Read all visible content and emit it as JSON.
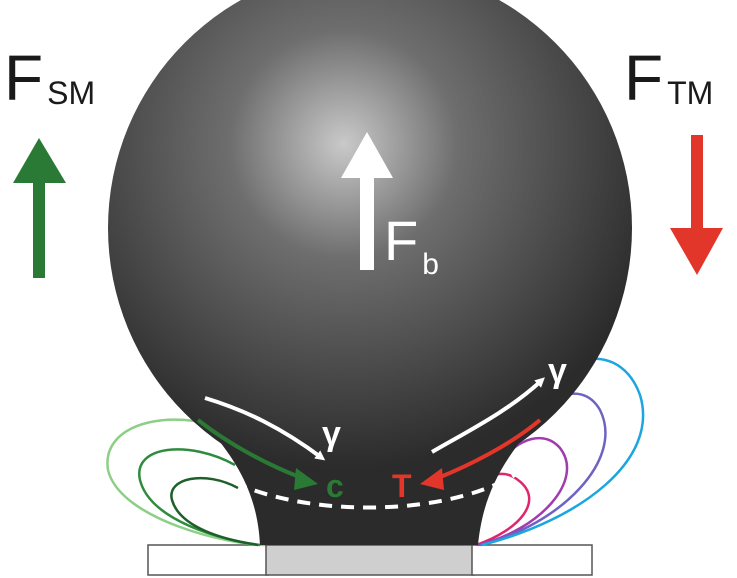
{
  "labels": {
    "f_sm_main": "F",
    "f_sm_sub": "SM",
    "f_tm_main": "F",
    "f_tm_sub": "TM",
    "f_b_main": "F",
    "f_b_sub": "b",
    "gamma_left": "γ",
    "gamma_right": "γ",
    "c_label": "c",
    "t_label": "T"
  },
  "colors": {
    "sphere_dark": "#2b2b2b",
    "sphere_highlight": "#c9c9c9",
    "green_arrow": "#2a7a35",
    "red_arrow": "#e2362a",
    "white": "#ffffff",
    "text_dark": "#1a1a1a",
    "substrate_center": "#cfcfcf",
    "substrate_side": "#ffffff",
    "green_loops": [
      "#1f5f2a",
      "#2f8b3e",
      "#8ccf86"
    ],
    "magnetic_loops": [
      "#e0246e",
      "#a23ab0",
      "#6e63c2",
      "#1aa6de"
    ]
  }
}
